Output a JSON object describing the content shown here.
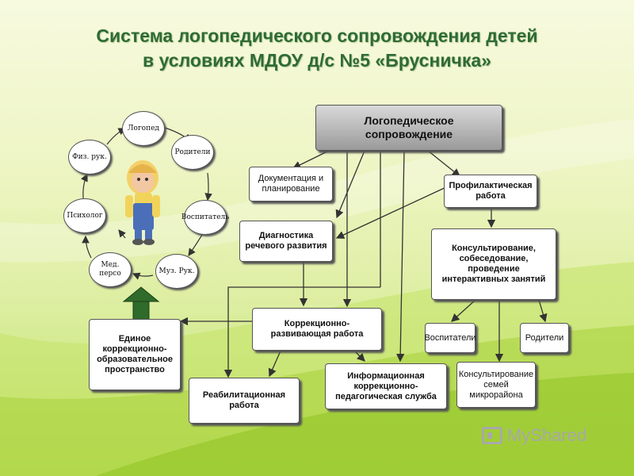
{
  "title": {
    "line1": "Система логопедического сопровождения детей",
    "line2": "в условиях  МДОУ д/с №5 «Брусничка»"
  },
  "boxes": {
    "main": "Логопедическое сопровождение",
    "documentation": "Документация и планирование",
    "prophylactic": "Профилактическая работа",
    "diagnostics": "Диагностика речевого развития",
    "consulting": "Консультирование, собеседование, проведение интерактивных занятий",
    "correction": "Коррекционно-развивающая работа",
    "unified_space": "Единое коррекционно-образовательное пространство",
    "educators": "Воспитатели",
    "parents": "Родители",
    "rehab": "Реабилитационная работа",
    "info_service": "Информационная коррекционно-педагогическая служба",
    "district_consult": "Консультирование семей микрорайона"
  },
  "cycle": {
    "speech_therapist": "Логопед",
    "parents": "Родители",
    "educators": "Воспитатель",
    "music": "Муз. Рук.",
    "medic": "Мед. персо",
    "psychologist": "Психолог",
    "physical": "Физ. рук."
  },
  "watermark": "MyShared",
  "colors": {
    "title": "#2e6b34",
    "arrow_up": "#2f6b2a",
    "background_accent": "#9ccc2e"
  }
}
